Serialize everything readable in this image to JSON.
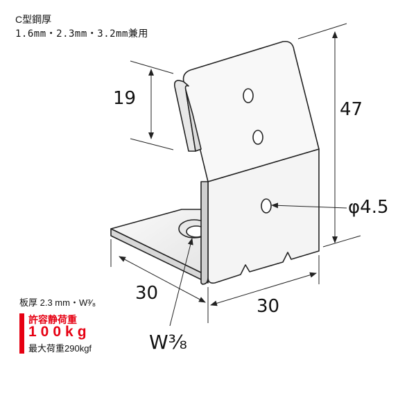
{
  "header": {
    "title": "C型鋼厚",
    "subtitle": "1.6mm・2.3mm・3.2mm兼用"
  },
  "dimensions": {
    "hook_height": "19",
    "total_height": "47",
    "hole_diameter": "φ4.5",
    "base_depth": "30",
    "width": "30",
    "bolt_hole": "W³⁄₈"
  },
  "specs": {
    "plate": "板厚 2.3 mm・W³⁄₈",
    "allowable_load_label": "許容静荷重",
    "allowable_load_value": "100kg",
    "max_load": "最大荷重290kgf"
  },
  "colors": {
    "accent": "#e60012",
    "metal": "#f2f2f2",
    "line": "#222222"
  }
}
